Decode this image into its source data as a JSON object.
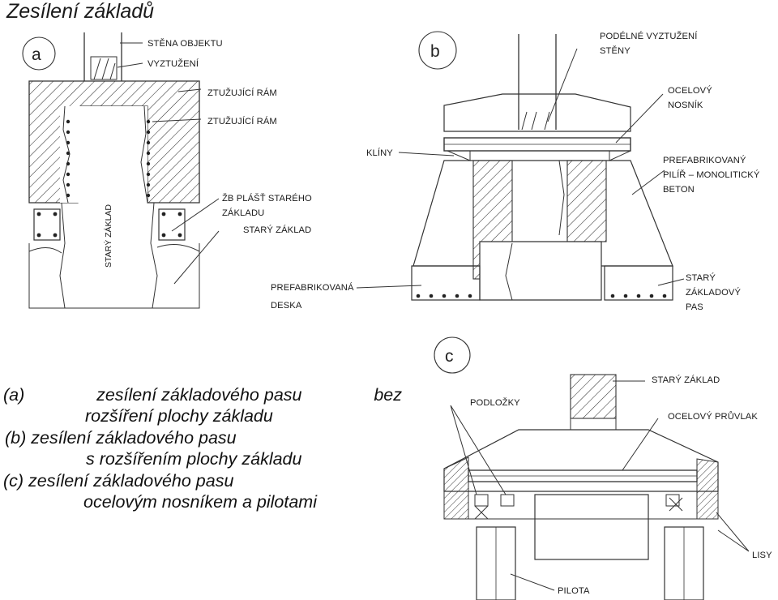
{
  "title": "Zesílení základů",
  "panels": {
    "a": {
      "tag": "a",
      "labels": {
        "stena_objektu": "STĚNA OBJEKTU",
        "vyztuzeni": "VYZTUŽENÍ",
        "ztuzujici_ram_1": "ZTUŽUJÍCÍ RÁM",
        "ztuzujici_ram_2": "ZTUŽUJÍCÍ RÁM",
        "zb_plast_1": "ŽB PLÁŠŤ STARÉHO",
        "zb_plast_2": "ZÁKLADU",
        "stary_zaklad": "STARÝ ZÁKLAD",
        "stary_zaklad_vertical": "STARÝ ZÁKLAD"
      }
    },
    "b": {
      "tag": "b",
      "labels": {
        "podelne_1": "PODÉLNÉ VYZTUŽENÍ",
        "podelne_2": "STĚNY",
        "ocelovy_1": "OCELOVÝ",
        "ocelovy_2": "NOSNÍK",
        "kliny": "KLÍNY",
        "prefab_pilir_1": "PREFABRIKOVANÝ",
        "prefab_pilir_2": "PILÍŘ – MONOLITICKÝ",
        "prefab_pilir_3": "BETON",
        "prefab_deska_1": "PREFABRIKOVANÁ",
        "prefab_deska_2": "DESKA",
        "stary_pas_1": "STARÝ",
        "stary_pas_2": "ZÁKLADOVÝ",
        "stary_pas_3": "PAS"
      }
    },
    "c": {
      "tag": "c",
      "labels": {
        "stary_zaklad": "STARÝ ZÁKLAD",
        "podlozky": "PODLOŽKY",
        "ocelovy_pruvlak": "OCELOVÝ PRŮVLAK",
        "lisy": "LISY",
        "pilota": "PILOTA"
      }
    }
  },
  "caption": {
    "a_prefix": "(a)",
    "a_line1": "zesílení základového pasu",
    "a_bez": "bez",
    "a_line2": "rozšíření plochy základu",
    "b_line1": "(b) zesílení základového pasu",
    "b_line2": "s rozšířením plochy základu",
    "c_line1": "(c) zesílení základového pasu",
    "c_line2": "ocelovým nosníkem a pilotami"
  }
}
